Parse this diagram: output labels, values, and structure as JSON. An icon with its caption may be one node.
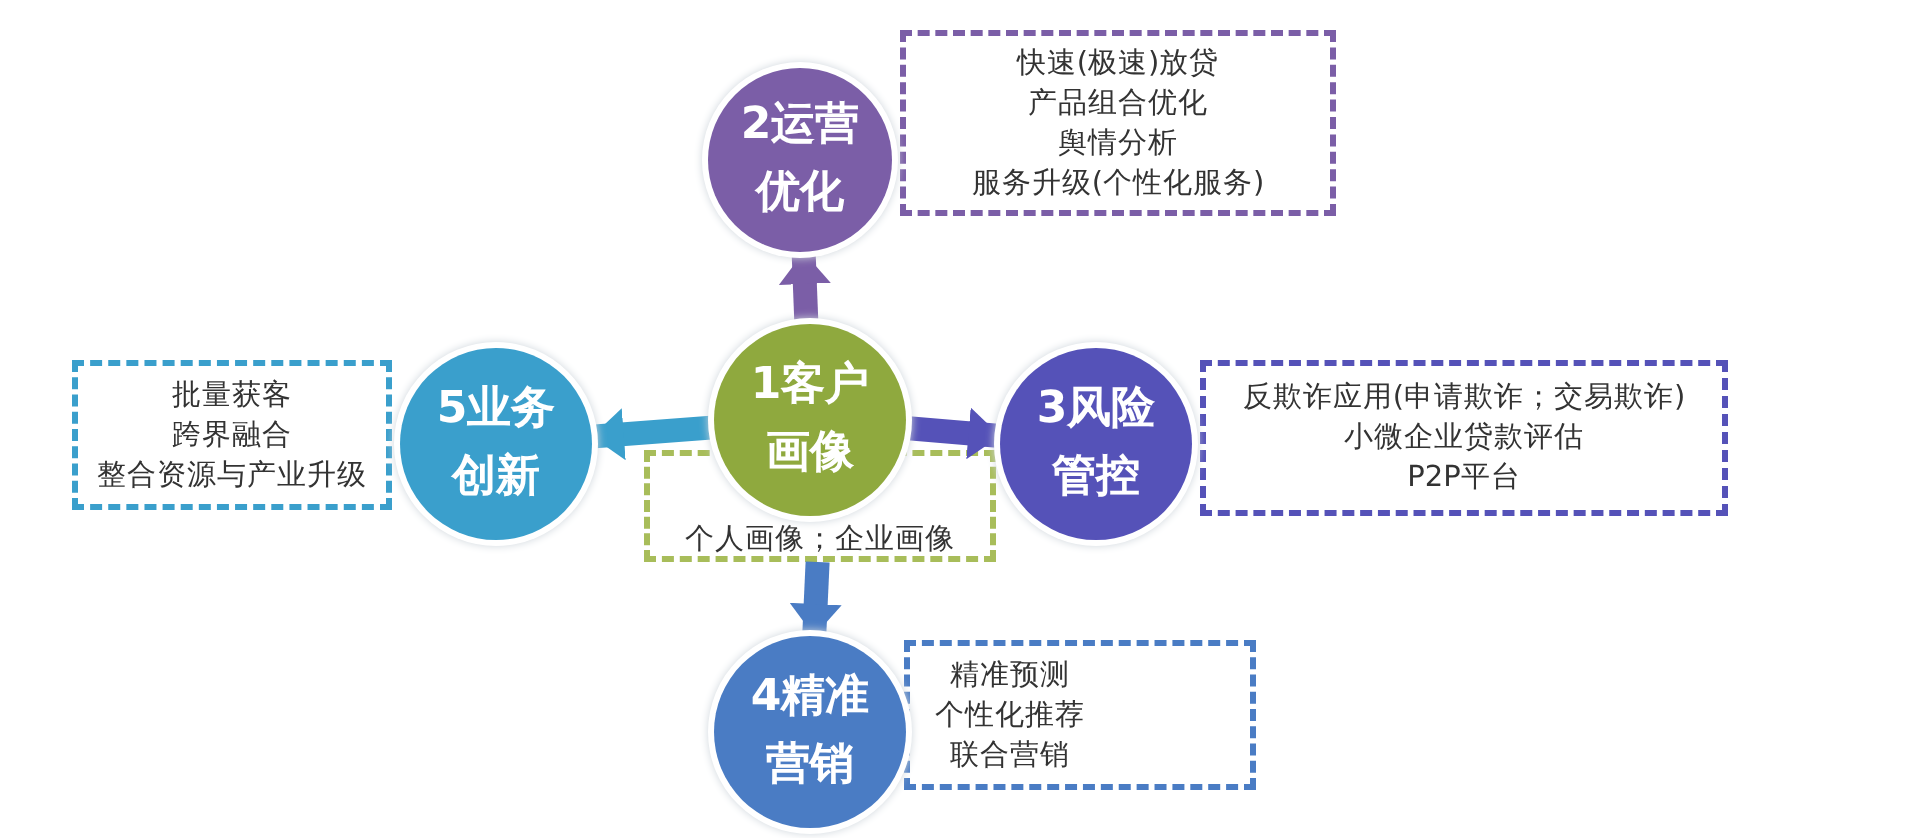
{
  "diagram": {
    "nodes": [
      {
        "text": [
          "1客户画像"
        ]
      },
      {
        "text": [
          "个人画像；企业画像"
        ]
      },
      {
        "text": [
          "2运营优化"
        ]
      },
      {
        "text": [
          "快速(极速)放贷",
          "产品组合优化",
          "舆情分析",
          "服务升级(个性化服务)"
        ]
      },
      {
        "text": [
          "3风险管控"
        ]
      },
      {
        "text": [
          "反欺诈应用(申请欺诈；交易欺诈)",
          "小微企业贷款评估",
          "P2P平台"
        ]
      },
      {
        "text": [
          "4精准营销"
        ]
      },
      {
        "text": [
          "精准预测",
          "个性化推荐",
          "联合营销"
        ]
      },
      {
        "text": [
          "5业务创新"
        ]
      },
      {
        "text": [
          "批量获客",
          "跨界融合",
          "整合资源与产业升级"
        ]
      }
    ],
    "edges": [
      {
        "from": 0,
        "to": 2,
        "arrow": "to",
        "color": "#7b5ea7"
      },
      {
        "from": 0,
        "to": 4,
        "arrow": "to",
        "color": "#5552b8"
      },
      {
        "from": 1,
        "to": 6,
        "arrow": "to",
        "color": "#4a7cc4"
      },
      {
        "from": 0,
        "to": 8,
        "arrow": "to",
        "color": "#3a9fcc"
      }
    ]
  }
}
